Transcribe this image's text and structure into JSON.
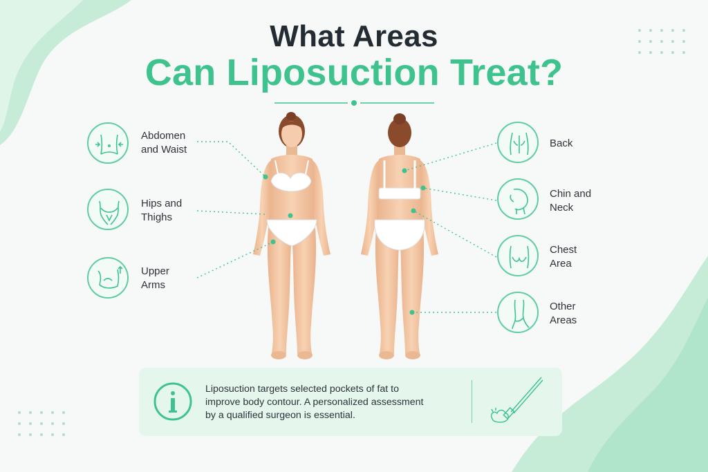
{
  "title": {
    "line1": "What Areas",
    "line2": "Can Liposuction Treat?"
  },
  "left_areas": [
    {
      "line1": "Abdomen",
      "line2": "and Waist",
      "icon": "abdomen-waist-icon"
    },
    {
      "line1": "Hips and",
      "line2": "Thighs",
      "icon": "hips-thighs-icon"
    },
    {
      "line1": "Upper",
      "line2": "Arms",
      "icon": "upper-arm-icon"
    }
  ],
  "right_areas": [
    {
      "line1": "Back",
      "line2": "",
      "icon": "back-icon"
    },
    {
      "line1": "Chin and",
      "line2": "Neck",
      "icon": "chin-neck-icon"
    },
    {
      "line1": "Chest",
      "line2": "Area",
      "icon": "chest-icon"
    },
    {
      "line1": "Other",
      "line2": "Areas",
      "icon": "legs-icon"
    }
  ],
  "info": {
    "line1": "Liposuction targets selected pockets of fat to",
    "line2": "improve body contour. A personalized assessment",
    "line3": "by a qualified surgeon is essential.",
    "icon": "info-icon",
    "side_icon": "cannula-icon"
  },
  "colors": {
    "accent": "#3ec38e",
    "title_dark": "#232b33",
    "icon_stroke": "#5fcd9f",
    "info_bg": "#e5f6ed",
    "skin": "#f4c7a1",
    "hair": "#8a4a2c"
  }
}
